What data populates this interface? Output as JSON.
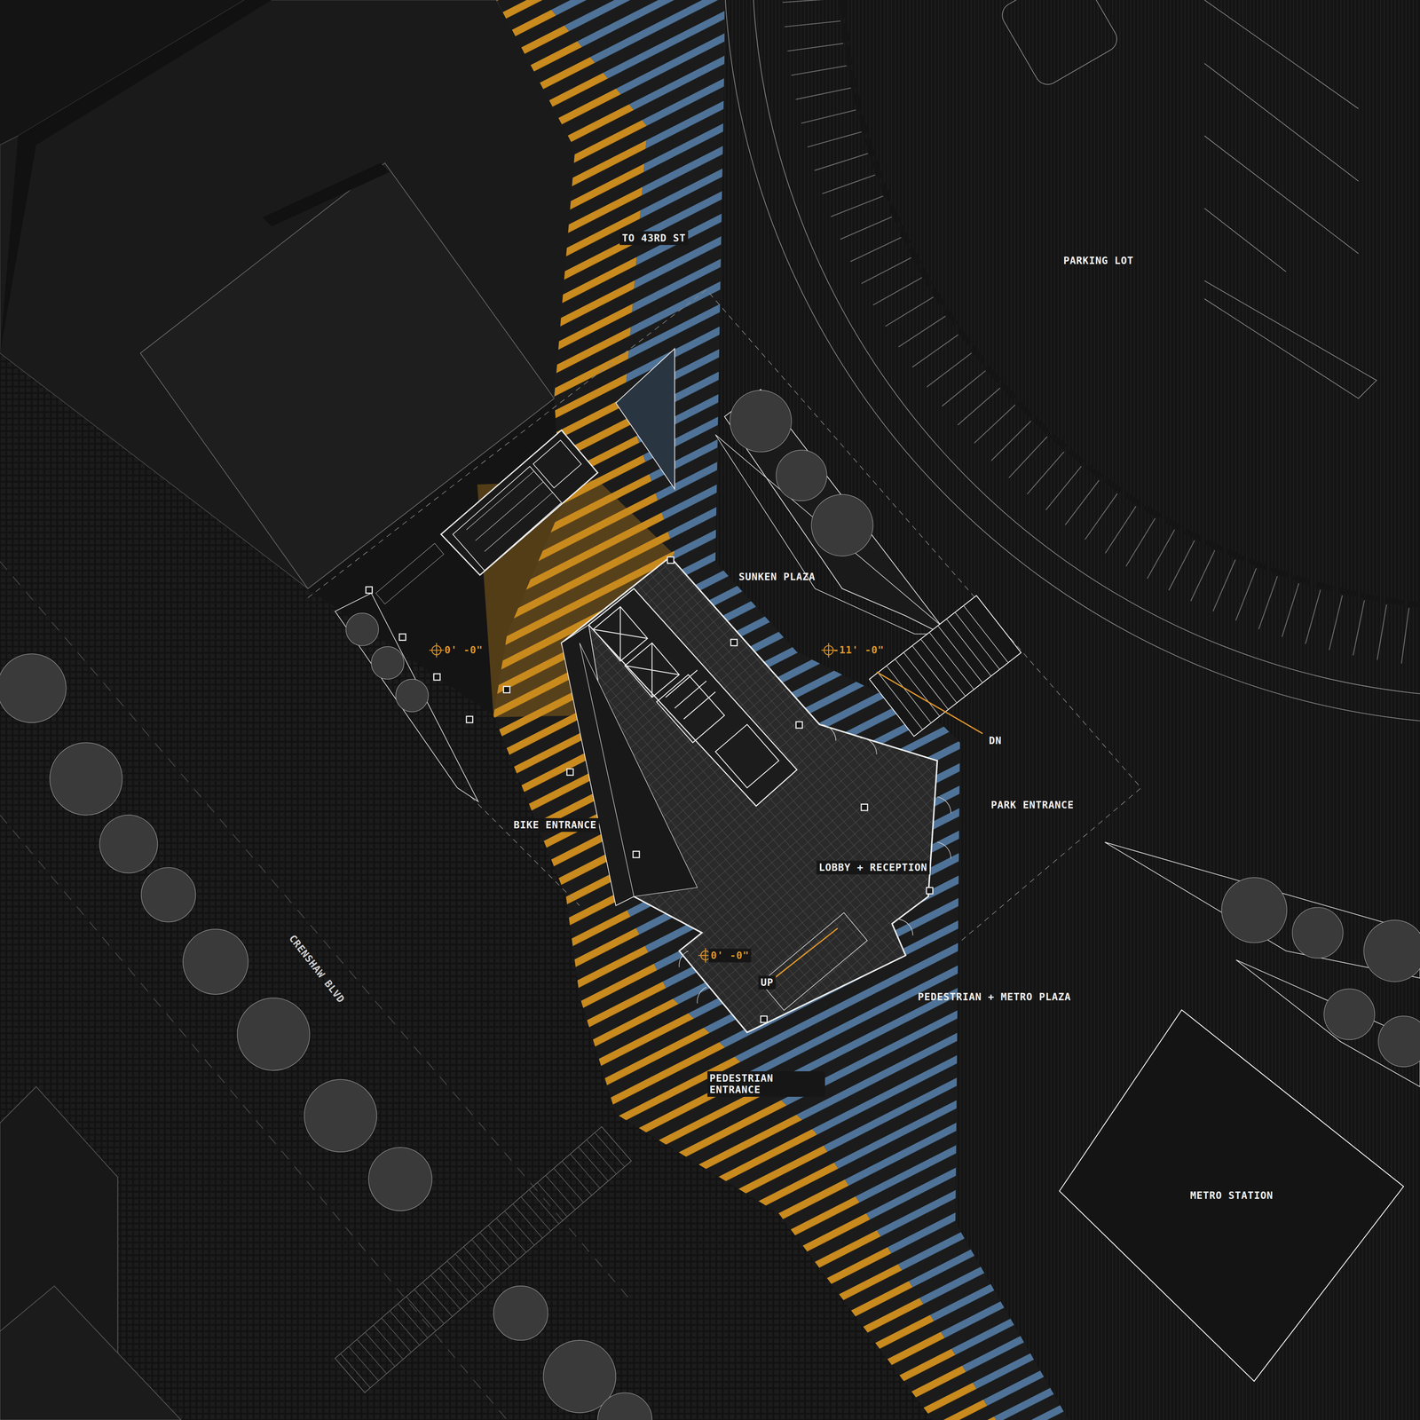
{
  "diagram": {
    "nodes": [
      {
        "text": [
          "METRO STATION"
        ]
      }
    ],
    "labels": [
      "TO 43RD ST",
      "PARKING LOT",
      "SUNKEN PLAZA",
      "0' -0\"",
      "-11' -0\"",
      "DN",
      "PARK ENTRANCE",
      "BIKE ENTRANCE",
      "LOBBY + RECEPTION",
      "0' -0\"",
      "UP",
      "PEDESTRIAN + METRO PLAZA",
      "CRENSHAW BLVD",
      "PEDESTRIAN ENTRANCE"
    ]
  }
}
